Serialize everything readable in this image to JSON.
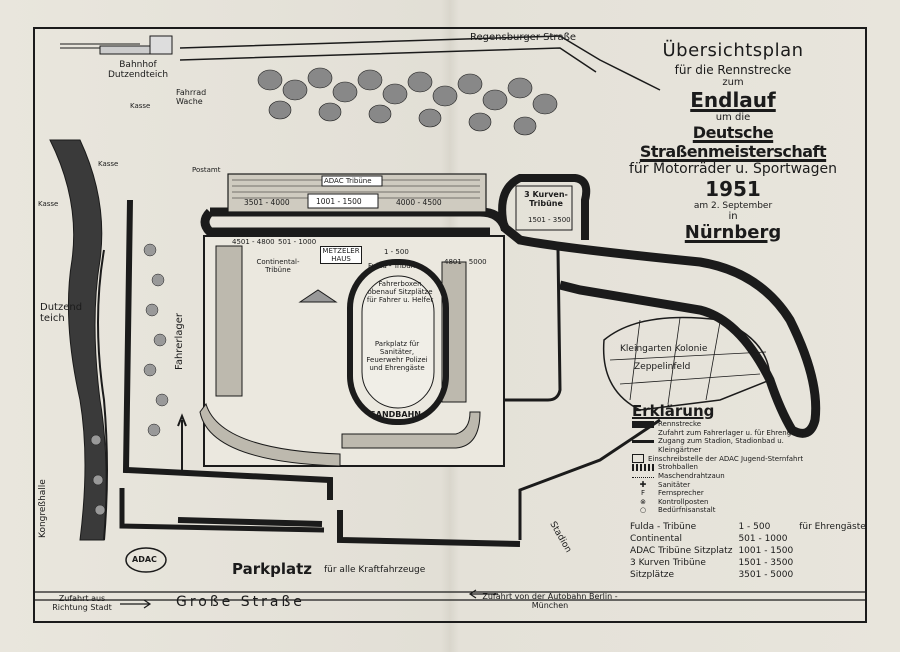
{
  "title": {
    "line1": "Übersichtsplan",
    "line2": "für die Rennstrecke",
    "line3": "zum",
    "line4": "Endlauf",
    "line5": "um die",
    "line6": "Deutsche Straßenmeisterschaft",
    "line7": "für Motorräder u. Sportwagen",
    "year": "1951",
    "date_line": "am 2. September",
    "in": "in",
    "city": "Nürnberg"
  },
  "map_labels": {
    "regensburger_strasse": "Regensburger Straße",
    "bahnhof": "Bahnhof Dutzendteich",
    "fahrrad_wache": "Fahrrad Wache",
    "kasse": "Kasse",
    "postamt": "Postamt",
    "adac_tribuene": "ADAC Tribüne",
    "block_3501": "3501 - 4000",
    "block_1001": "1001 - 1500",
    "block_4000": "4000 - 4500",
    "block_4501": "4501 - 4800",
    "block_501": "501 - 1000",
    "continental_tribuene": "Continental-Tribüne",
    "metzeler_haus": "METZELER HAUS",
    "fulda_tribuene": "Fulda - Tribüne",
    "block_1": "1 - 500",
    "block_4801": "4801 - 5000",
    "fahrerboxen": "Fahrerboxen obenauf Sitzplätze für Fahrer u. Helfer",
    "parkplatz_sanitaeter": "Parkplatz für Sanitäter, Feuerwehr Polizei und Ehrengäste",
    "sandbahn": "SANDBAHN",
    "fahrerlager": "Fahrerlager",
    "dutzendteich": "Dutzend teich",
    "kongresshalle": "Kongreßhalle",
    "drei_kurven": "3 Kurven-Tribüne",
    "block_1501": "1501 - 3500",
    "kleingarten": "Kleingarten Kolonie",
    "zeppelinfeld": "Zeppelinfeld",
    "stadion": "Stadion",
    "adac_logo": "ADAC",
    "parkplatz": "Parkplatz",
    "parkplatz_sub": "für alle Kraftfahrzeuge",
    "zufahrt_stadt": "Zufahrt aus Richtung Stadt",
    "grosse_strasse": "Große Straße",
    "zufahrt_autobahn": "Zufahrt von der Autobahn Berlin - München"
  },
  "legend": {
    "title": "Erklärung",
    "items": [
      {
        "symbol": "track",
        "text": "Rennstrecke"
      },
      {
        "symbol": "access",
        "text": "Zufahrt zum Fahrerlager u. für Ehrengäste Zugang zum Stadion, Stadionbad u. Kleingärtner"
      },
      {
        "symbol": "entry",
        "text": "Einschreibstelle der ADAC Jugend-Sternfahrt"
      },
      {
        "symbol": "straw",
        "text": "Strohballen"
      },
      {
        "symbol": "fence",
        "text": "Maschendrahtzaun"
      },
      {
        "symbol": "medic",
        "text": "Sanitäter"
      },
      {
        "symbol": "phone",
        "text": "Fernsprecher"
      },
      {
        "symbol": "control",
        "text": "Kontrollposten"
      },
      {
        "symbol": "wc",
        "text": "Bedürfnisanstalt"
      }
    ]
  },
  "seating": [
    {
      "name": "Fulda - Tribüne",
      "range": "1 - 500",
      "note": "für Ehrengäste"
    },
    {
      "name": "Continental",
      "range": "501 - 1000",
      "note": ""
    },
    {
      "name": "ADAC Tribüne",
      "label2": "Sitzplatz",
      "range": "1001 - 1500",
      "note": ""
    },
    {
      "name": "3 Kurven Tribüne",
      "range": "1501 - 3500",
      "note": ""
    },
    {
      "name": "Sitzplätze",
      "range": "3501 - 5000",
      "note": ""
    }
  ],
  "colors": {
    "paper": "#e6e3da",
    "ink": "#1b1b1b"
  }
}
